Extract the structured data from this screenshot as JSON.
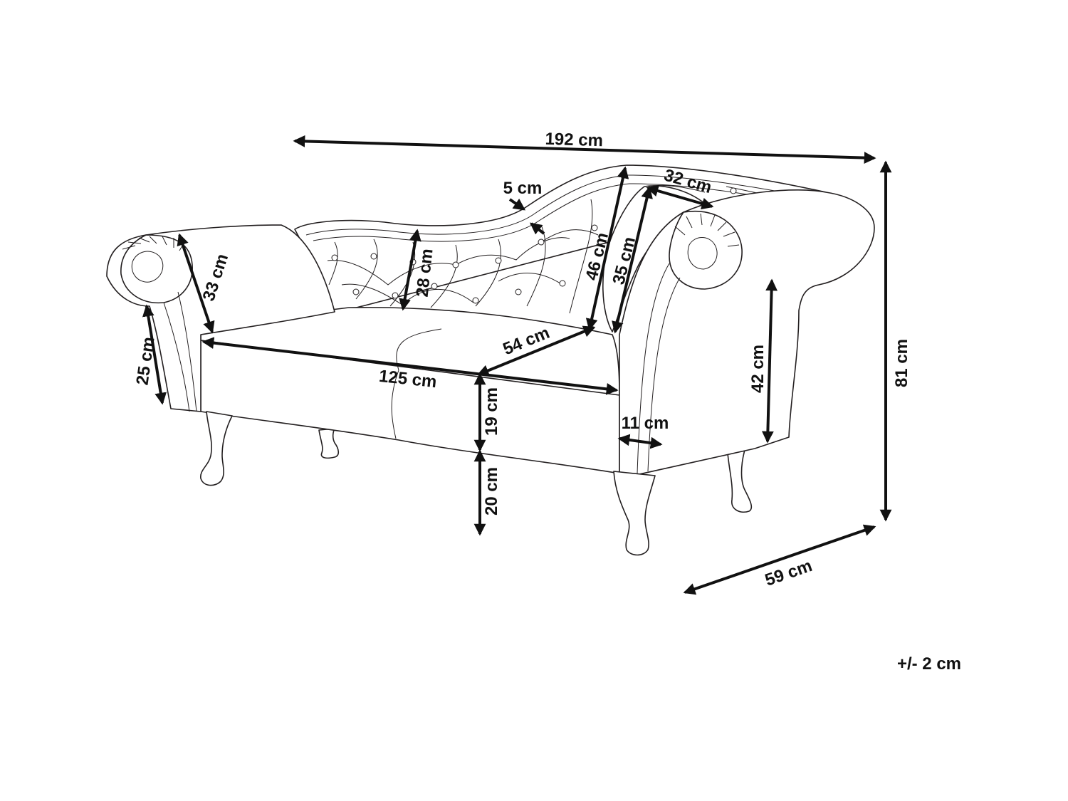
{
  "dimensions": {
    "total_width": "192 cm",
    "total_height": "81 cm",
    "depth": "59 cm",
    "frame_thickness": "5 cm",
    "pillow_width": "32 cm",
    "back_height_tall": "46 cm",
    "pillow_height": "35 cm",
    "backrest_height": "28 cm",
    "left_arm_width": "33 cm",
    "left_arm_height": "25 cm",
    "seat_depth": "54 cm",
    "seat_width": "125 cm",
    "seat_thickness": "19 cm",
    "leg_height": "20 cm",
    "arm_thickness": "11 cm",
    "right_arm_height": "42 cm"
  },
  "tolerance": "+/- 2 cm",
  "colors": {
    "line": "#231f20",
    "dimension": "#111111",
    "background": "#ffffff"
  }
}
